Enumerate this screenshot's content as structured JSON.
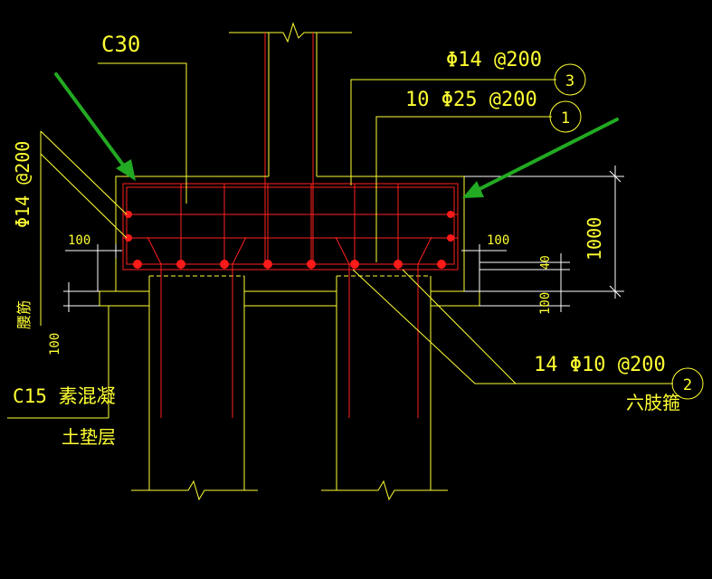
{
  "labels": {
    "concrete_grade": "C30",
    "top_bar_spec": "Φ14 @200",
    "bottom_bar_spec": "10 Φ25 @200",
    "side_bar_spec": "Φ14 @200",
    "stirrup_spec": "14 Φ10 @200",
    "stirrup_type": "六肢箍",
    "cushion_concrete": "C15 素混凝",
    "cushion_layer": "土垫层",
    "side_note": "腰筋",
    "dim_100_left": "100",
    "dim_100_right": "100",
    "dim_1000": "1000",
    "dim_40": "40",
    "dim_100_bottom": "100",
    "dim_100_cushion": "100"
  },
  "callouts": {
    "mark_1": "1",
    "mark_2": "2",
    "mark_3": "3"
  },
  "colors": {
    "background": "#000000",
    "outline": "#ffff33",
    "rebar": "#ff2020",
    "arrow": "#22aa22",
    "dim": "#ffffff"
  }
}
